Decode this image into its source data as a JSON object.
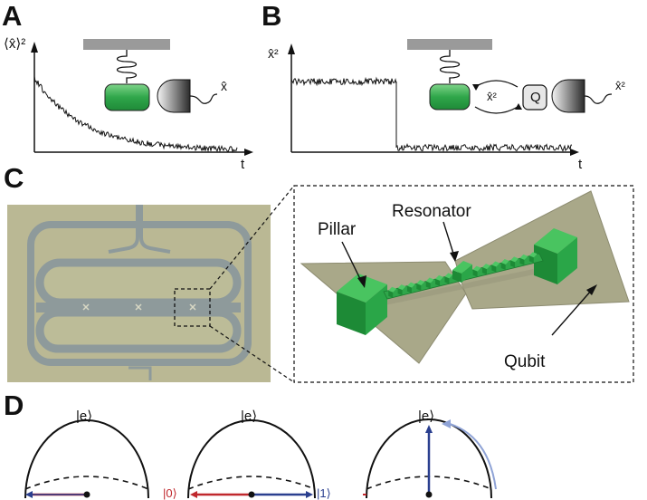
{
  "panels": {
    "a": {
      "letter": "A",
      "ylabel": "⟨x̂⟩²",
      "xlabel": "t",
      "detector_label": "x̂"
    },
    "b": {
      "letter": "B",
      "ylabel": "x̂²",
      "xlabel": "t",
      "coupling_label": "x̂²",
      "qubit_label": "Q",
      "detector_label": "x̂²"
    },
    "c": {
      "letter": "C",
      "labels": {
        "pillar": "Pillar",
        "resonator": "Resonator",
        "qubit": "Qubit"
      }
    },
    "d": {
      "letter": "D",
      "spheres": [
        {
          "top_label": "|e⟩",
          "right_label": "",
          "left_label": ""
        },
        {
          "top_label": "|e⟩",
          "left_label": "|0⟩",
          "right_label": "|1⟩"
        },
        {
          "top_label": "|e⟩",
          "left_label": "",
          "right_label": ""
        }
      ]
    }
  },
  "colors": {
    "green": "#2ea64a",
    "green_dark": "#1a7a2e",
    "chip_bg": "#b9b793",
    "chip_channel": "#8f9b9c",
    "plane": "#a9a88a",
    "red_arrow": "#c0282d",
    "blue_arrow": "#2a3f8f",
    "light_blue_arc": "#8fa3d6"
  }
}
